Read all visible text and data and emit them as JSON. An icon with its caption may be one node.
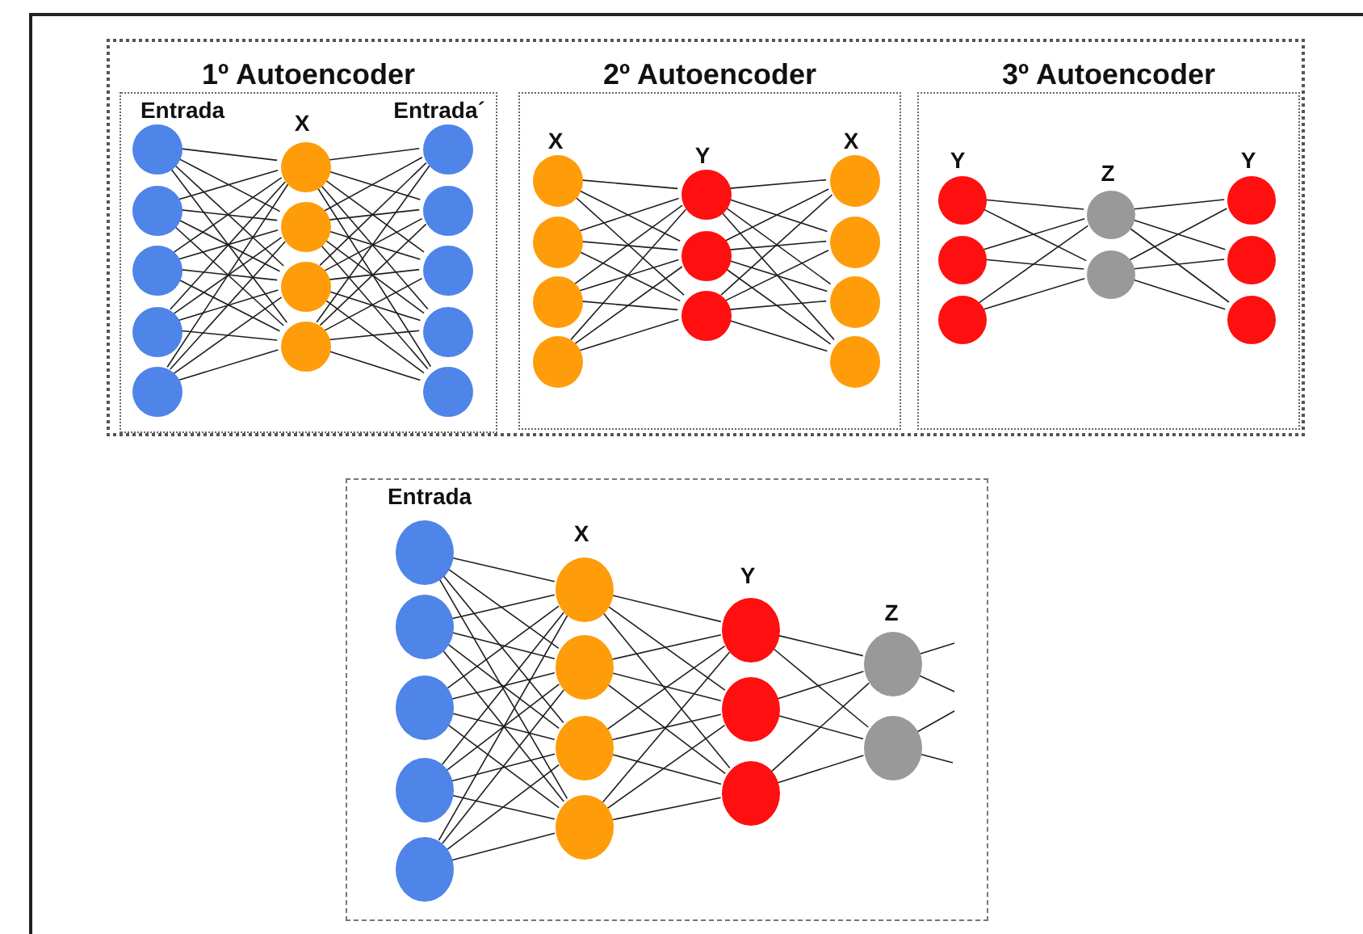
{
  "diagram": {
    "nodes": [
      {
        "text": [],
        "shape": "box"
      },
      {
        "text": [
          "1º Autoencoder"
        ],
        "in": 0
      },
      {
        "text": [
          "2º Autoencoder"
        ],
        "in": 0
      },
      {
        "text": [
          "3º Autoencoder"
        ],
        "in": 0
      },
      {
        "text": [],
        "shape": "circle",
        "in": 1
      },
      {
        "text": [],
        "shape": "circle",
        "in": 1
      },
      {
        "text": [],
        "shape": "circle",
        "in": 1
      },
      {
        "text": [],
        "shape": "circle",
        "in": 1
      },
      {
        "text": [],
        "shape": "circle",
        "in": 1
      },
      {
        "text": [],
        "shape": "circle",
        "in": 1
      },
      {
        "text": [],
        "shape": "circle",
        "in": 1
      },
      {
        "text": [],
        "shape": "circle",
        "in": 1
      },
      {
        "text": [],
        "shape": "circle",
        "in": 1
      },
      {
        "text": [],
        "shape": "circle",
        "in": 1
      },
      {
        "text": [],
        "shape": "circle",
        "in": 1
      },
      {
        "text": [],
        "shape": "circle",
        "in": 1
      },
      {
        "text": [],
        "shape": "circle",
        "in": 1
      },
      {
        "text": [],
        "shape": "circle",
        "in": 1
      },
      {
        "text": [],
        "shape": "circle",
        "in": 2
      },
      {
        "text": [],
        "shape": "circle",
        "in": 2
      },
      {
        "text": [],
        "shape": "circle",
        "in": 2
      },
      {
        "text": [],
        "shape": "circle",
        "in": 2
      },
      {
        "text": [],
        "shape": "circle",
        "in": 2
      },
      {
        "text": [],
        "shape": "circle",
        "in": 2
      },
      {
        "text": [],
        "shape": "circle",
        "in": 2
      },
      {
        "text": [],
        "shape": "circle",
        "in": 2
      },
      {
        "text": [],
        "shape": "circle",
        "in": 2
      },
      {
        "text": [],
        "shape": "circle",
        "in": 2
      },
      {
        "text": [],
        "shape": "circle",
        "in": 2
      },
      {
        "text": [],
        "shape": "circle",
        "in": 3
      },
      {
        "text": [],
        "shape": "circle",
        "in": 3
      },
      {
        "text": [],
        "shape": "circle",
        "in": 3
      },
      {
        "text": [],
        "shape": "circle",
        "in": 3
      },
      {
        "text": [],
        "shape": "circle",
        "in": 3
      },
      {
        "text": [],
        "shape": "circle",
        "in": 3
      },
      {
        "text": [],
        "shape": "circle",
        "in": 3
      },
      {
        "text": [],
        "shape": "circle",
        "in": 3
      },
      {
        "text": [],
        "shape": "box"
      },
      {
        "text": [],
        "shape": "circle",
        "in": 37
      },
      {
        "text": [],
        "shape": "circle",
        "in": 37
      },
      {
        "text": [],
        "shape": "circle",
        "in": 37
      },
      {
        "text": [],
        "shape": "circle",
        "in": 37
      },
      {
        "text": [],
        "shape": "circle",
        "in": 37
      },
      {
        "text": [],
        "shape": "circle",
        "in": 37
      },
      {
        "text": [],
        "shape": "circle",
        "in": 37
      },
      {
        "text": [],
        "shape": "circle",
        "in": 37
      },
      {
        "text": [],
        "shape": "circle",
        "in": 37
      },
      {
        "text": [],
        "shape": "circle",
        "in": 37
      },
      {
        "text": [],
        "shape": "circle",
        "in": 37
      },
      {
        "text": [],
        "shape": "circle",
        "in": 37
      },
      {
        "text": [],
        "shape": "circle",
        "in": 37
      },
      {
        "text": [],
        "shape": "circle",
        "in": 37
      }
    ],
    "edges": [
      {
        "from": 4,
        "to": 9,
        "arrow": "none"
      },
      {
        "from": 4,
        "to": 10,
        "arrow": "none"
      },
      {
        "from": 4,
        "to": 11,
        "arrow": "none"
      },
      {
        "from": 4,
        "to": 12,
        "arrow": "none"
      },
      {
        "from": 5,
        "to": 9,
        "arrow": "none"
      },
      {
        "from": 5,
        "to": 10,
        "arrow": "none"
      },
      {
        "from": 5,
        "to": 11,
        "arrow": "none"
      },
      {
        "from": 5,
        "to": 12,
        "arrow": "none"
      },
      {
        "from": 6,
        "to": 9,
        "arrow": "none"
      },
      {
        "from": 6,
        "to": 10,
        "arrow": "none"
      },
      {
        "from": 6,
        "to": 11,
        "arrow": "none"
      },
      {
        "from": 6,
        "to": 12,
        "arrow": "none"
      },
      {
        "from": 7,
        "to": 9,
        "arrow": "none"
      },
      {
        "from": 7,
        "to": 10,
        "arrow": "none"
      },
      {
        "from": 7,
        "to": 11,
        "arrow": "none"
      },
      {
        "from": 7,
        "to": 12,
        "arrow": "none"
      },
      {
        "from": 8,
        "to": 9,
        "arrow": "none"
      },
      {
        "from": 8,
        "to": 10,
        "arrow": "none"
      },
      {
        "from": 8,
        "to": 11,
        "arrow": "none"
      },
      {
        "from": 8,
        "to": 12,
        "arrow": "none"
      },
      {
        "from": 9,
        "to": 13,
        "arrow": "none"
      },
      {
        "from": 9,
        "to": 14,
        "arrow": "none"
      },
      {
        "from": 9,
        "to": 15,
        "arrow": "none"
      },
      {
        "from": 9,
        "to": 16,
        "arrow": "none"
      },
      {
        "from": 9,
        "to": 17,
        "arrow": "none"
      },
      {
        "from": 10,
        "to": 13,
        "arrow": "none"
      },
      {
        "from": 10,
        "to": 14,
        "arrow": "none"
      },
      {
        "from": 10,
        "to": 15,
        "arrow": "none"
      },
      {
        "from": 10,
        "to": 16,
        "arrow": "none"
      },
      {
        "from": 10,
        "to": 17,
        "arrow": "none"
      },
      {
        "from": 11,
        "to": 13,
        "arrow": "none"
      },
      {
        "from": 11,
        "to": 14,
        "arrow": "none"
      },
      {
        "from": 11,
        "to": 15,
        "arrow": "none"
      },
      {
        "from": 11,
        "to": 16,
        "arrow": "none"
      },
      {
        "from": 11,
        "to": 17,
        "arrow": "none"
      },
      {
        "from": 12,
        "to": 13,
        "arrow": "none"
      },
      {
        "from": 12,
        "to": 14,
        "arrow": "none"
      },
      {
        "from": 12,
        "to": 15,
        "arrow": "none"
      },
      {
        "from": 12,
        "to": 16,
        "arrow": "none"
      },
      {
        "from": 12,
        "to": 17,
        "arrow": "none"
      },
      {
        "from": 18,
        "to": 22,
        "arrow": "none"
      },
      {
        "from": 18,
        "to": 23,
        "arrow": "none"
      },
      {
        "from": 18,
        "to": 24,
        "arrow": "none"
      },
      {
        "from": 19,
        "to": 22,
        "arrow": "none"
      },
      {
        "from": 19,
        "to": 23,
        "arrow": "none"
      },
      {
        "from": 19,
        "to": 24,
        "arrow": "none"
      },
      {
        "from": 20,
        "to": 22,
        "arrow": "none"
      },
      {
        "from": 20,
        "to": 23,
        "arrow": "none"
      },
      {
        "from": 20,
        "to": 24,
        "arrow": "none"
      },
      {
        "from": 21,
        "to": 22,
        "arrow": "none"
      },
      {
        "from": 21,
        "to": 23,
        "arrow": "none"
      },
      {
        "from": 21,
        "to": 24,
        "arrow": "none"
      },
      {
        "from": 22,
        "to": 25,
        "arrow": "none"
      },
      {
        "from": 22,
        "to": 26,
        "arrow": "none"
      },
      {
        "from": 22,
        "to": 27,
        "arrow": "none"
      },
      {
        "from": 22,
        "to": 28,
        "arrow": "none"
      },
      {
        "from": 23,
        "to": 25,
        "arrow": "none"
      },
      {
        "from": 23,
        "to": 26,
        "arrow": "none"
      },
      {
        "from": 23,
        "to": 27,
        "arrow": "none"
      },
      {
        "from": 23,
        "to": 28,
        "arrow": "none"
      },
      {
        "from": 24,
        "to": 25,
        "arrow": "none"
      },
      {
        "from": 24,
        "to": 26,
        "arrow": "none"
      },
      {
        "from": 24,
        "to": 27,
        "arrow": "none"
      },
      {
        "from": 24,
        "to": 28,
        "arrow": "none"
      },
      {
        "from": 29,
        "to": 32,
        "arrow": "none"
      },
      {
        "from": 29,
        "to": 33,
        "arrow": "none"
      },
      {
        "from": 30,
        "to": 32,
        "arrow": "none"
      },
      {
        "from": 30,
        "to": 33,
        "arrow": "none"
      },
      {
        "from": 31,
        "to": 32,
        "arrow": "none"
      },
      {
        "from": 31,
        "to": 33,
        "arrow": "none"
      },
      {
        "from": 32,
        "to": 34,
        "arrow": "none"
      },
      {
        "from": 32,
        "to": 35,
        "arrow": "none"
      },
      {
        "from": 32,
        "to": 36,
        "arrow": "none"
      },
      {
        "from": 33,
        "to": 34,
        "arrow": "none"
      },
      {
        "from": 33,
        "to": 35,
        "arrow": "none"
      },
      {
        "from": 33,
        "to": 36,
        "arrow": "none"
      },
      {
        "from": 38,
        "to": 43,
        "arrow": "none"
      },
      {
        "from": 38,
        "to": 44,
        "arrow": "none"
      },
      {
        "from": 38,
        "to": 45,
        "arrow": "none"
      },
      {
        "from": 38,
        "to": 46,
        "arrow": "none"
      },
      {
        "from": 39,
        "to": 43,
        "arrow": "none"
      },
      {
        "from": 39,
        "to": 44,
        "arrow": "none"
      },
      {
        "from": 39,
        "to": 45,
        "arrow": "none"
      },
      {
        "from": 39,
        "to": 46,
        "arrow": "none"
      },
      {
        "from": 40,
        "to": 43,
        "arrow": "none"
      },
      {
        "from": 40,
        "to": 44,
        "arrow": "none"
      },
      {
        "from": 40,
        "to": 45,
        "arrow": "none"
      },
      {
        "from": 40,
        "to": 46,
        "arrow": "none"
      },
      {
        "from": 41,
        "to": 43,
        "arrow": "none"
      },
      {
        "from": 41,
        "to": 44,
        "arrow": "none"
      },
      {
        "from": 41,
        "to": 45,
        "arrow": "none"
      },
      {
        "from": 41,
        "to": 46,
        "arrow": "none"
      },
      {
        "from": 42,
        "to": 43,
        "arrow": "none"
      },
      {
        "from": 42,
        "to": 44,
        "arrow": "none"
      },
      {
        "from": 42,
        "to": 45,
        "arrow": "none"
      },
      {
        "from": 42,
        "to": 46,
        "arrow": "none"
      },
      {
        "from": 43,
        "to": 47,
        "arrow": "none"
      },
      {
        "from": 43,
        "to": 48,
        "arrow": "none"
      },
      {
        "from": 43,
        "to": 49,
        "arrow": "none"
      },
      {
        "from": 44,
        "to": 47,
        "arrow": "none"
      },
      {
        "from": 44,
        "to": 48,
        "arrow": "none"
      },
      {
        "from": 44,
        "to": 49,
        "arrow": "none"
      },
      {
        "from": 45,
        "to": 47,
        "arrow": "none"
      },
      {
        "from": 45,
        "to": 48,
        "arrow": "none"
      },
      {
        "from": 45,
        "to": 49,
        "arrow": "none"
      },
      {
        "from": 46,
        "to": 47,
        "arrow": "none"
      },
      {
        "from": 46,
        "to": 48,
        "arrow": "none"
      },
      {
        "from": 46,
        "to": 49,
        "arrow": "none"
      },
      {
        "from": 47,
        "to": 50,
        "arrow": "none"
      },
      {
        "from": 47,
        "to": 51,
        "arrow": "none"
      },
      {
        "from": 48,
        "to": 50,
        "arrow": "none"
      },
      {
        "from": 48,
        "to": 51,
        "arrow": "none"
      },
      {
        "from": 49,
        "to": 50,
        "arrow": "none"
      },
      {
        "from": 49,
        "to": 51,
        "arrow": "none"
      },
      {
        "from": 50,
        "to": null,
        "arrow": "none"
      },
      {
        "from": 50,
        "to": null,
        "arrow": "none"
      },
      {
        "from": 51,
        "to": null,
        "arrow": "none"
      },
      {
        "from": 51,
        "to": null,
        "arrow": "none"
      }
    ],
    "labels": [
      "Entrada",
      "X",
      "Entrada´",
      "X",
      "Y",
      "X",
      "Y",
      "Z",
      "Y",
      "Entrada",
      "X",
      "Y",
      "Z"
    ]
  }
}
